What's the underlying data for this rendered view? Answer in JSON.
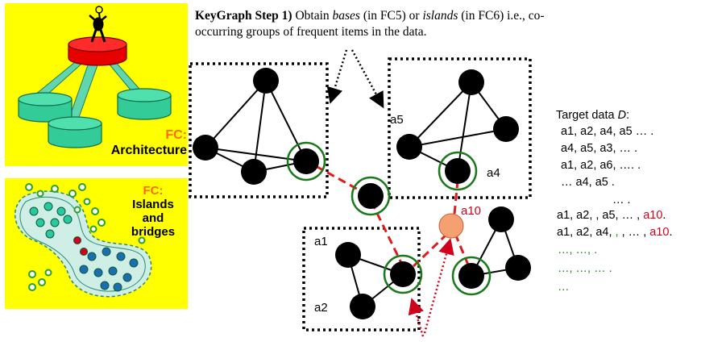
{
  "panels": {
    "architecture": {
      "prefix": "FC:",
      "label": "Architecture"
    },
    "islands": {
      "prefix": "FC:",
      "lines": [
        "Islands",
        "and",
        "bridges"
      ]
    }
  },
  "title": {
    "step": "KeyGraph Step 1)",
    "t1": " Obtain ",
    "bases": "bases",
    "t2": " (in FC5) or ",
    "islands": "islands",
    "t3": " (in FC6) i.e., co-",
    "line2": "occurring groups of frequent items in the data."
  },
  "node_labels": {
    "a5": "a5",
    "a4": "a4",
    "a10": "a10",
    "a1": "a1",
    "a2": "a2"
  },
  "target_data": {
    "heading_prefix": "Target data ",
    "heading_var": "D",
    "heading_suffix": ":",
    "rows": [
      {
        "text": "a1, a2, a4, a5 … .",
        "red": "",
        "tail": ""
      },
      {
        "text": "a4, a5, a3, … .",
        "red": "",
        "tail": ""
      },
      {
        "text": "a1, a2, a6, …. .",
        "red": "",
        "tail": ""
      },
      {
        "text": "… a4, a5 .",
        "red": "",
        "tail": ""
      },
      {
        "text": "… .",
        "red": "",
        "tail": ""
      },
      {
        "text": "a1, a2, , a5, … , ",
        "red": "a10",
        "tail": "."
      },
      {
        "text": "a1, a2, a4, ",
        "green": ",",
        "text2": " , … , ",
        "red": "a10",
        "tail": "."
      }
    ],
    "green_rows": [
      "…, …, .",
      "…, …, … .",
      "…"
    ]
  },
  "colors": {
    "panel_bg": "#ffff00",
    "fc_orange": "#ff6a00",
    "cylinder": "#33cc99",
    "cylinder_top": "#ff0000",
    "node": "#000000",
    "circle": "#1a7a1a",
    "bridge": "#e11b1b",
    "a10_fill": "#f4a070"
  }
}
